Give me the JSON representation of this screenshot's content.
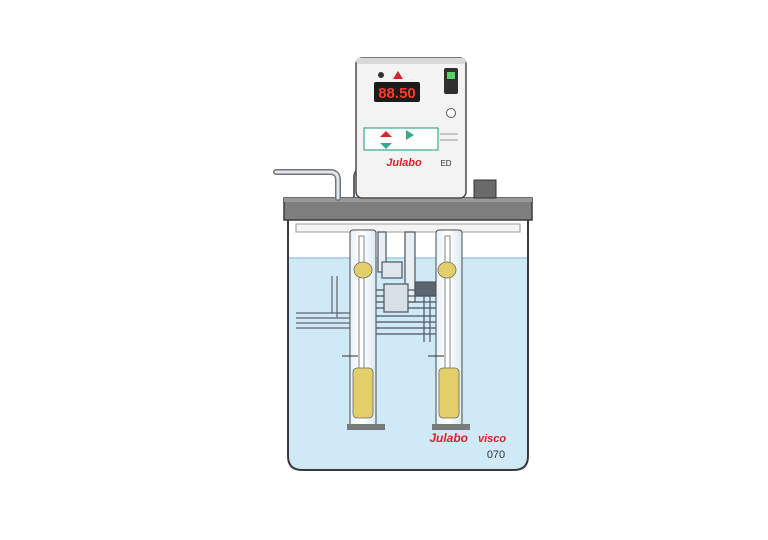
{
  "device": {
    "display_value": "88.50",
    "brand": "Julabo",
    "model_tag": "ED"
  },
  "bath": {
    "brand": "Julabo",
    "product": "visco",
    "model": "070"
  },
  "colors": {
    "water": "#cfe9f6",
    "brand_red": "#d9222a",
    "accent_green": "#3aa88f",
    "lid": "#7e7e7e",
    "tube_liquid": "#e2cf6a",
    "display_digits": "#ff3a2a"
  },
  "icons": [
    "alarm-icon",
    "warning-triangle-icon",
    "power-switch-icon",
    "temperature-knob-icon",
    "up-arrow-icon",
    "down-arrow-icon",
    "start-button-icon"
  ]
}
